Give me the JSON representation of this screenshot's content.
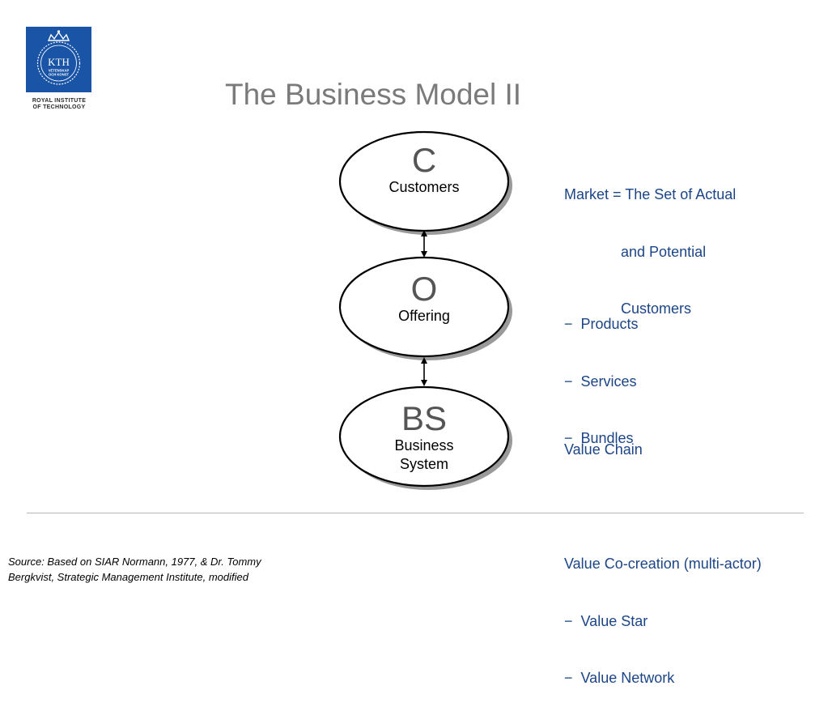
{
  "logo": {
    "wordmark": "KTH",
    "motto_line1": "VETENSKAP",
    "motto_line2": "OCH KONST",
    "caption_line1": "ROYAL INSTITUTE",
    "caption_line2": "OF TECHNOLOGY",
    "color": "#1954a6"
  },
  "title": "The Business Model II",
  "nodes": [
    {
      "letter": "C",
      "label_lines": [
        "Customers"
      ]
    },
    {
      "letter": "O",
      "label_lines": [
        "Offering"
      ]
    },
    {
      "letter": "BS",
      "label_lines": [
        "Business",
        "System"
      ]
    }
  ],
  "descriptions": {
    "customers": [
      "Market = The Set of Actual",
      "              and Potential",
      "              Customers"
    ],
    "offering": [
      "−  Products",
      "−  Services",
      "−  Bundles"
    ],
    "business_system": [
      "Value Chain",
      "",
      "Value Co-creation (multi-actor)",
      "−  Value Star",
      "−  Value Network"
    ]
  },
  "source": {
    "line1": "Source:  Based on SIAR Normann, 1977, & Dr. Tommy",
    "line2": "Bergkvist, Strategic Management Institute, modified"
  },
  "colors": {
    "title": "#7a7a7a",
    "description_text": "#1c4587",
    "ellipse_shadow": "#9a9a9a"
  }
}
